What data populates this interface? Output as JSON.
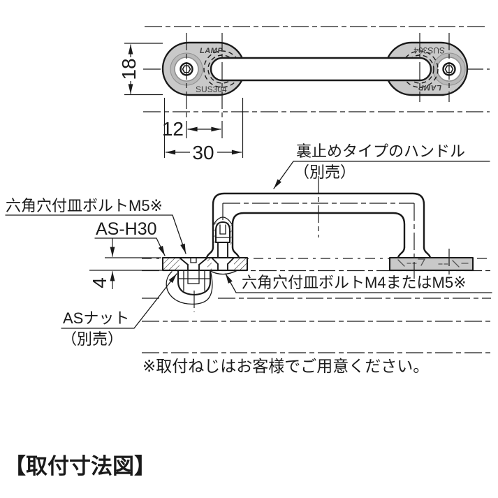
{
  "colors": {
    "line": "#1a1a1a",
    "plate": "#c9c9c9",
    "bg": "#ffffff",
    "detail": "#555555"
  },
  "drawing": {
    "caption": "【取付寸法図】",
    "note": "※取付ねじはお客様でご用意ください。"
  },
  "labels": {
    "handle1": "裏止めタイプのハンドル",
    "handle2": "（別売）",
    "bolt_m5": "六角穴付皿ボルトM5※",
    "plate_model": "AS-H30",
    "nut1": "ASナット",
    "nut2": "（別売）",
    "bolt_m4": "六角穴付皿ボルトM4またはM5※"
  },
  "dimensions": {
    "plate_height": "18",
    "hole_spacing": "12",
    "plate_width": "30",
    "plate_thickness": "4"
  },
  "part_marks": {
    "brand": "LAMP",
    "material": "SUS304"
  }
}
